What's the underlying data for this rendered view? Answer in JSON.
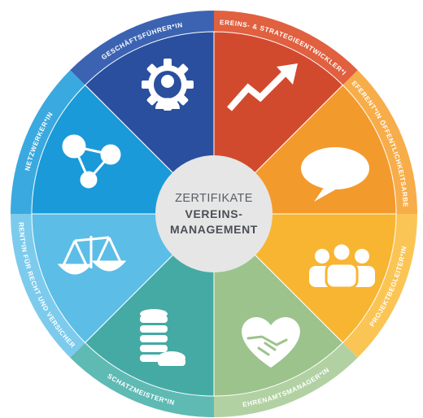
{
  "center": {
    "line1": "ZERTIFIKATE",
    "line2": "VEREINS-",
    "line3": "MANAGEMENT"
  },
  "segments": [
    {
      "label": "GESCHÄFTSFÜHRER*IN",
      "icon": "gear-person-icon",
      "color": "#2a4f9e",
      "ring": "#3b63b2"
    },
    {
      "label": "VEREINS- & STRATEGIEENTWICKLER*IN",
      "icon": "trend-arrow-icon",
      "color": "#d24a2e",
      "ring": "#e0603f"
    },
    {
      "label": "REFERENT*IN ÖFFENTLICHKEITSARBEIT",
      "icon": "speech-bubble-icon",
      "color": "#f39a2c",
      "ring": "#f7ad4a"
    },
    {
      "label": "PROJEKTBEGLEITER*IN",
      "icon": "group-icon",
      "color": "#f8b531",
      "ring": "#fbc555"
    },
    {
      "label": "EHRENAMTSMANAGER*IN",
      "icon": "heart-handshake-icon",
      "color": "#9cc38c",
      "ring": "#b1d1a3"
    },
    {
      "label": "SCHATZMEISTER*IN",
      "icon": "coins-icon",
      "color": "#45aaa4",
      "ring": "#5fbab4"
    },
    {
      "label": "REFERENT*IN FÜR RECHT UND VERSICHERUNG",
      "icon": "scales-icon",
      "color": "#5cbde7",
      "ring": "#7ccbed"
    },
    {
      "label": "NETZWERKER*IN",
      "icon": "network-icon",
      "color": "#1a9ad8",
      "ring": "#3aa9df"
    }
  ]
}
